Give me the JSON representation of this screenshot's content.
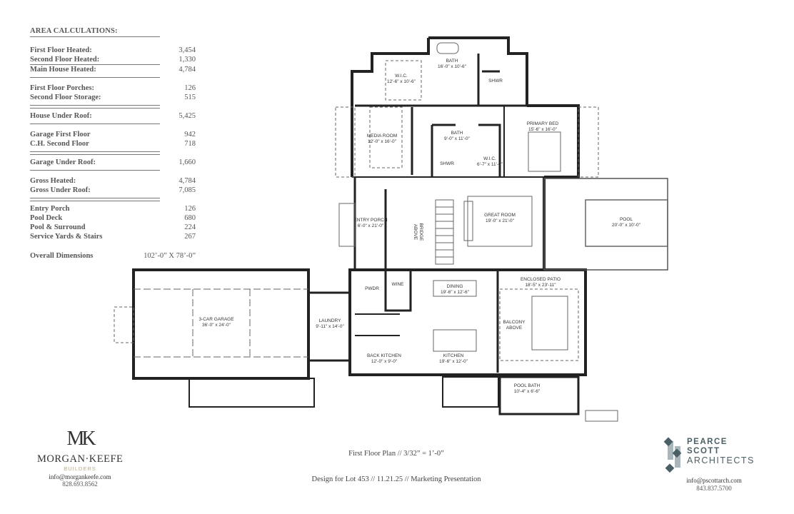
{
  "area_calculations": {
    "heading": "AREA CALCULATIONS:",
    "rows": [
      {
        "label": "First Floor Heated:",
        "value": "3,454"
      },
      {
        "label": "Second Floor Heated:",
        "value": "1,330"
      },
      {
        "label": "Main House Heated:",
        "value": "4,784"
      },
      {
        "label": "First Floor Porches:",
        "value": "126"
      },
      {
        "label": "Second Floor Storage:",
        "value": "515"
      },
      {
        "label": "House Under Roof:",
        "value": "5,425"
      },
      {
        "label": "Garage First Floor",
        "value": "942"
      },
      {
        "label": "C.H. Second Floor",
        "value": "718"
      },
      {
        "label": "Garage Under Roof:",
        "value": "1,660"
      },
      {
        "label": "Gross Heated:",
        "value": "4,784"
      },
      {
        "label": "Gross Under Roof:",
        "value": "7,085"
      },
      {
        "label": "Entry Porch",
        "value": "126"
      },
      {
        "label": "Pool Deck",
        "value": "680"
      },
      {
        "label": "Pool & Surround",
        "value": "224"
      },
      {
        "label": "Service Yards & Stairs",
        "value": "267"
      },
      {
        "label": "Overall Dimensions",
        "value": "102’-0” X 78’-0”"
      }
    ]
  },
  "rooms": [
    {
      "name": "W.I.C.",
      "dims": "12'-6\" x 10'-6\""
    },
    {
      "name": "BATH",
      "dims": "16'-0\" x 10'-6\""
    },
    {
      "name": "SHWR",
      "dims": ""
    },
    {
      "name": "MEDIA ROOM",
      "dims": "12'-0\" x 16'-0\""
    },
    {
      "name": "BATH",
      "dims": "9'-0\" x 11'-0\""
    },
    {
      "name": "SHWR",
      "dims": ""
    },
    {
      "name": "W.I.C.",
      "dims": "6'-7\" x 11'-0\""
    },
    {
      "name": "PRIMARY BED",
      "dims": "15'-6\" x 16'-0\""
    },
    {
      "name": "ENTRY PORCH",
      "dims": "6'-0\" x 21'-0\""
    },
    {
      "name": "BRIDGE",
      "dims": "ABOVE"
    },
    {
      "name": "GREAT ROOM",
      "dims": "19'-0\" x 21'-0\""
    },
    {
      "name": "POOL",
      "dims": "20'-0\" x 10'-0\""
    },
    {
      "name": "3-CAR GARAGE",
      "dims": "36'-0\" x 24'-0\""
    },
    {
      "name": "LAUNDRY",
      "dims": "9'-11\" x 14'-0\""
    },
    {
      "name": "PWDR",
      "dims": ""
    },
    {
      "name": "WINE",
      "dims": ""
    },
    {
      "name": "DINING",
      "dims": "19'-6\" x 12'-6\""
    },
    {
      "name": "ENCLOSED PATIO",
      "dims": "18'-5\" x 23'-11\""
    },
    {
      "name": "BALCONY",
      "dims": "ABOVE"
    },
    {
      "name": "BACK KITCHEN",
      "dims": "12'-0\" x 9'-0\""
    },
    {
      "name": "KITCHEN",
      "dims": "19'-6\" x 12'-0\""
    },
    {
      "name": "POOL BATH",
      "dims": "10'-4\" x 6'-6\""
    }
  ],
  "footer": {
    "plan_title": "First Floor Plan  //  3/32” = 1’-0”",
    "subtitle": "Design for Lot 453  //  11.21.25  //  Marketing Presentation"
  },
  "builder": {
    "monogram": "MK",
    "name": "MORGAN·KEEFE",
    "tagline": "BUILDERS",
    "email": "info@morgankeefe.com",
    "phone": "828.693.8562",
    "accent": "#b9a98a"
  },
  "architect": {
    "name_line1": "PEARCE",
    "name_line2": "SCOTT",
    "name_line3": "ARCHITECTS",
    "email": "info@pscottarch.com",
    "phone": "843.837.5700",
    "brand_color": "#4a5f66",
    "logo_light": "#a9b6ba"
  }
}
